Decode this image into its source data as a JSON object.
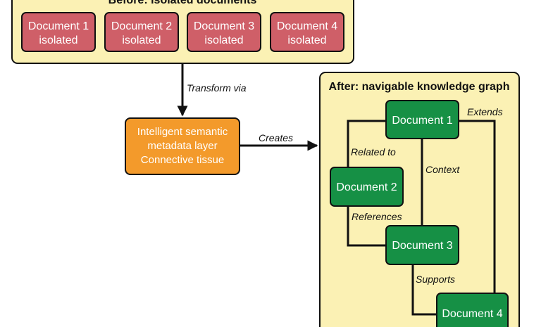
{
  "before_panel": {
    "title": "Before: isolated documents",
    "documents": [
      {
        "name": "Document 1",
        "status": "isolated"
      },
      {
        "name": "Document 2",
        "status": "isolated"
      },
      {
        "name": "Document 3",
        "status": "isolated"
      },
      {
        "name": "Document 4",
        "status": "isolated"
      }
    ]
  },
  "transform_label": "Transform via",
  "metadata_layer": {
    "line1": "Intelligent semantic",
    "line2": "metadata layer",
    "line3": "Connective tissue"
  },
  "creates_label": "Creates",
  "after_panel": {
    "title": "After: navigable knowledge graph",
    "nodes": {
      "doc1": "Document 1",
      "doc2": "Document 2",
      "doc3": "Document 3",
      "doc4": "Document 4"
    },
    "edges": {
      "related_to": "Related to",
      "context": "Context",
      "extends": "Extends",
      "references": "References",
      "supports": "Supports"
    }
  },
  "colors": {
    "panel_fill": "#fbf1b4",
    "isolated_fill": "#cf5f68",
    "layer_fill": "#f39a2b",
    "graph_node_fill": "#169045",
    "stroke": "#111111"
  }
}
